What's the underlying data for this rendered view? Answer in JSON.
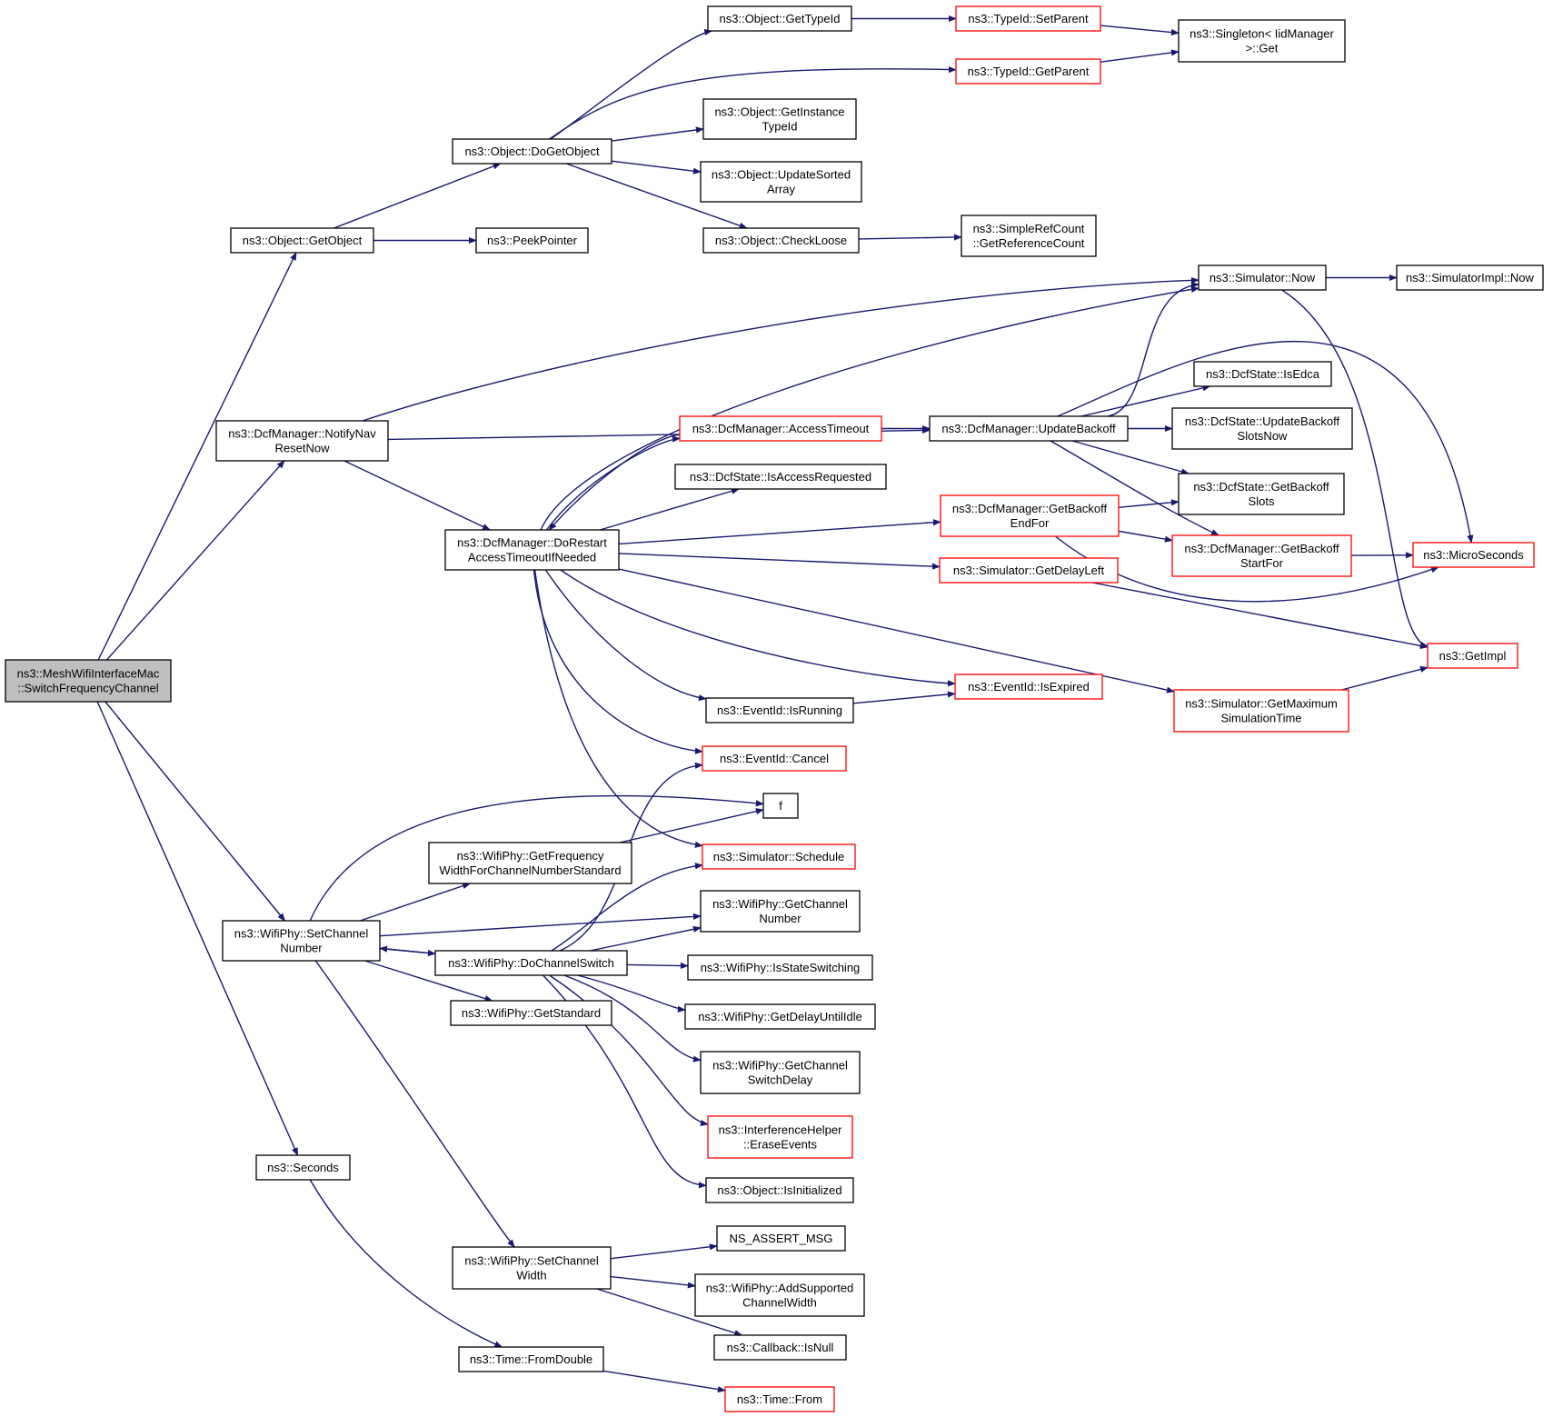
{
  "colors": {
    "edge": "#191970",
    "node_border_default": "#000000",
    "node_border_incomplete": "#ff0000",
    "root_fill": "#bfbfbf",
    "node_fill": "#ffffff"
  },
  "nodes": [
    {
      "id": "root",
      "lines": [
        "ns3::MeshWifiInterfaceMac",
        "::SwitchFrequencyChannel"
      ],
      "style": "root"
    },
    {
      "id": "getobject",
      "lines": [
        "ns3::Object::GetObject"
      ],
      "style": "normal"
    },
    {
      "id": "notifynav",
      "lines": [
        "ns3::DcfManager::NotifyNav",
        "ResetNow"
      ],
      "style": "normal"
    },
    {
      "id": "setchnum",
      "lines": [
        "ns3::WifiPhy::SetChannel",
        "Number"
      ],
      "style": "normal"
    },
    {
      "id": "seconds",
      "lines": [
        "ns3::Seconds"
      ],
      "style": "normal"
    },
    {
      "id": "dogetobject",
      "lines": [
        "ns3::Object::DoGetObject"
      ],
      "style": "normal"
    },
    {
      "id": "peekpointer",
      "lines": [
        "ns3::PeekPointer"
      ],
      "style": "normal"
    },
    {
      "id": "gettypeid",
      "lines": [
        "ns3::Object::GetTypeId"
      ],
      "style": "normal"
    },
    {
      "id": "getinstancetypeid",
      "lines": [
        "ns3::Object::GetInstance",
        "TypeId"
      ],
      "style": "normal"
    },
    {
      "id": "updatesorted",
      "lines": [
        "ns3::Object::UpdateSorted",
        "Array"
      ],
      "style": "normal"
    },
    {
      "id": "checkloose",
      "lines": [
        "ns3::Object::CheckLoose"
      ],
      "style": "normal"
    },
    {
      "id": "setparent",
      "lines": [
        "ns3::TypeId::SetParent"
      ],
      "style": "red"
    },
    {
      "id": "getparent",
      "lines": [
        "ns3::TypeId::GetParent"
      ],
      "style": "red"
    },
    {
      "id": "singleton",
      "lines": [
        "ns3::Singleton< IidManager",
        ">::Get"
      ],
      "style": "normal"
    },
    {
      "id": "getrefcount",
      "lines": [
        "ns3::SimpleRefCount",
        "::GetReferenceCount"
      ],
      "style": "normal"
    },
    {
      "id": "dorestart",
      "lines": [
        "ns3::DcfManager::DoRestart",
        "AccessTimeoutIfNeeded"
      ],
      "style": "normal"
    },
    {
      "id": "accesstimeout",
      "lines": [
        "ns3::DcfManager::AccessTimeout"
      ],
      "style": "red"
    },
    {
      "id": "isaccessreq",
      "lines": [
        "ns3::DcfState::IsAccessRequested"
      ],
      "style": "normal"
    },
    {
      "id": "updatebackoff",
      "lines": [
        "ns3::DcfManager::UpdateBackoff"
      ],
      "style": "normal"
    },
    {
      "id": "simnow",
      "lines": [
        "ns3::Simulator::Now"
      ],
      "style": "normal"
    },
    {
      "id": "simimplnow",
      "lines": [
        "ns3::SimulatorImpl::Now"
      ],
      "style": "normal"
    },
    {
      "id": "isedca",
      "lines": [
        "ns3::DcfState::IsEdca"
      ],
      "style": "normal"
    },
    {
      "id": "updbackoffslots",
      "lines": [
        "ns3::DcfState::UpdateBackoff",
        "SlotsNow"
      ],
      "style": "normal"
    },
    {
      "id": "getbackoffslots",
      "lines": [
        "ns3::DcfState::GetBackoff",
        "Slots"
      ],
      "style": "normal"
    },
    {
      "id": "getbackoffendfor",
      "lines": [
        "ns3::DcfManager::GetBackoff",
        "EndFor"
      ],
      "style": "red"
    },
    {
      "id": "getbackoffstartfor",
      "lines": [
        "ns3::DcfManager::GetBackoff",
        "StartFor"
      ],
      "style": "red"
    },
    {
      "id": "microseconds",
      "lines": [
        "ns3::MicroSeconds"
      ],
      "style": "red"
    },
    {
      "id": "getdelayleft",
      "lines": [
        "ns3::Simulator::GetDelayLeft"
      ],
      "style": "red"
    },
    {
      "id": "getimpl",
      "lines": [
        "ns3::GetImpl"
      ],
      "style": "red"
    },
    {
      "id": "getmaxsimtime",
      "lines": [
        "ns3::Simulator::GetMaximum",
        "SimulationTime"
      ],
      "style": "red"
    },
    {
      "id": "isexpired",
      "lines": [
        "ns3::EventId::IsExpired"
      ],
      "style": "red"
    },
    {
      "id": "isrunning",
      "lines": [
        "ns3::EventId::IsRunning"
      ],
      "style": "normal"
    },
    {
      "id": "cancel",
      "lines": [
        "ns3::EventId::Cancel"
      ],
      "style": "red"
    },
    {
      "id": "f",
      "lines": [
        "f"
      ],
      "style": "normal"
    },
    {
      "id": "getfreqwidth",
      "lines": [
        "ns3::WifiPhy::GetFrequency",
        "WidthForChannelNumberStandard"
      ],
      "style": "normal"
    },
    {
      "id": "schedule",
      "lines": [
        "ns3::Simulator::Schedule"
      ],
      "style": "red"
    },
    {
      "id": "getchnum",
      "lines": [
        "ns3::WifiPhy::GetChannel",
        "Number"
      ],
      "style": "normal"
    },
    {
      "id": "dochswitch",
      "lines": [
        "ns3::WifiPhy::DoChannelSwitch"
      ],
      "style": "normal"
    },
    {
      "id": "isstateswitching",
      "lines": [
        "ns3::WifiPhy::IsStateSwitching"
      ],
      "style": "normal"
    },
    {
      "id": "getstandard",
      "lines": [
        "ns3::WifiPhy::GetStandard"
      ],
      "style": "normal"
    },
    {
      "id": "getdelayuntilidle",
      "lines": [
        "ns3::WifiPhy::GetDelayUntilIdle"
      ],
      "style": "normal"
    },
    {
      "id": "getchswitchdelay",
      "lines": [
        "ns3::WifiPhy::GetChannel",
        "SwitchDelay"
      ],
      "style": "normal"
    },
    {
      "id": "eraseevents",
      "lines": [
        "ns3::InterferenceHelper",
        "::EraseEvents"
      ],
      "style": "red"
    },
    {
      "id": "isinitialized",
      "lines": [
        "ns3::Object::IsInitialized"
      ],
      "style": "normal"
    },
    {
      "id": "setchwidth",
      "lines": [
        "ns3::WifiPhy::SetChannel",
        "Width"
      ],
      "style": "normal"
    },
    {
      "id": "nsassert",
      "lines": [
        "NS_ASSERT_MSG"
      ],
      "style": "normal"
    },
    {
      "id": "addsupported",
      "lines": [
        "ns3::WifiPhy::AddSupported",
        "ChannelWidth"
      ],
      "style": "normal"
    },
    {
      "id": "isnull",
      "lines": [
        "ns3::Callback::IsNull"
      ],
      "style": "normal"
    },
    {
      "id": "fromdouble",
      "lines": [
        "ns3::Time::FromDouble"
      ],
      "style": "normal"
    },
    {
      "id": "timefrom",
      "lines": [
        "ns3::Time::From"
      ],
      "style": "red"
    }
  ],
  "edges": [
    [
      "root",
      "getobject"
    ],
    [
      "root",
      "notifynav"
    ],
    [
      "root",
      "setchnum"
    ],
    [
      "root",
      "seconds"
    ],
    [
      "getobject",
      "dogetobject"
    ],
    [
      "getobject",
      "peekpointer"
    ],
    [
      "dogetobject",
      "gettypeid"
    ],
    [
      "dogetobject",
      "getparent"
    ],
    [
      "dogetobject",
      "getinstancetypeid"
    ],
    [
      "dogetobject",
      "updatesorted"
    ],
    [
      "dogetobject",
      "checkloose"
    ],
    [
      "gettypeid",
      "setparent"
    ],
    [
      "setparent",
      "singleton"
    ],
    [
      "getparent",
      "singleton"
    ],
    [
      "checkloose",
      "getrefcount"
    ],
    [
      "notifynav",
      "simnow"
    ],
    [
      "notifynav",
      "updatebackoff"
    ],
    [
      "notifynav",
      "dorestart"
    ],
    [
      "dorestart",
      "simnow"
    ],
    [
      "dorestart",
      "accesstimeout"
    ],
    [
      "accesstimeout",
      "dorestart"
    ],
    [
      "accesstimeout",
      "updatebackoff"
    ],
    [
      "dorestart",
      "isaccessreq"
    ],
    [
      "dorestart",
      "getbackoffendfor"
    ],
    [
      "dorestart",
      "getdelayleft"
    ],
    [
      "dorestart",
      "getmaxsimtime"
    ],
    [
      "dorestart",
      "isexpired"
    ],
    [
      "dorestart",
      "isrunning"
    ],
    [
      "dorestart",
      "cancel"
    ],
    [
      "dorestart",
      "schedule"
    ],
    [
      "simnow",
      "simimplnow"
    ],
    [
      "simnow",
      "getimpl"
    ],
    [
      "updatebackoff",
      "simnow"
    ],
    [
      "updatebackoff",
      "microseconds"
    ],
    [
      "updatebackoff",
      "isedca"
    ],
    [
      "updatebackoff",
      "updbackoffslots"
    ],
    [
      "updatebackoff",
      "getbackoffslots"
    ],
    [
      "updatebackoff",
      "getbackoffstartfor"
    ],
    [
      "getbackoffendfor",
      "getbackoffslots"
    ],
    [
      "getbackoffendfor",
      "getbackoffstartfor"
    ],
    [
      "getbackoffendfor",
      "microseconds"
    ],
    [
      "getbackoffstartfor",
      "microseconds"
    ],
    [
      "getdelayleft",
      "getimpl"
    ],
    [
      "getmaxsimtime",
      "getimpl"
    ],
    [
      "isrunning",
      "isexpired"
    ],
    [
      "setchnum",
      "f"
    ],
    [
      "setchnum",
      "getfreqwidth"
    ],
    [
      "setchnum",
      "getchnum"
    ],
    [
      "setchnum",
      "dochswitch"
    ],
    [
      "setchnum",
      "getstandard"
    ],
    [
      "setchnum",
      "setchwidth"
    ],
    [
      "getfreqwidth",
      "f"
    ],
    [
      "dochswitch",
      "setchnum"
    ],
    [
      "dochswitch",
      "cancel"
    ],
    [
      "dochswitch",
      "schedule"
    ],
    [
      "dochswitch",
      "getchnum"
    ],
    [
      "dochswitch",
      "isstateswitching"
    ],
    [
      "dochswitch",
      "getdelayuntilidle"
    ],
    [
      "dochswitch",
      "getchswitchdelay"
    ],
    [
      "dochswitch",
      "eraseevents"
    ],
    [
      "dochswitch",
      "isinitialized"
    ],
    [
      "setchwidth",
      "nsassert"
    ],
    [
      "setchwidth",
      "addsupported"
    ],
    [
      "setchwidth",
      "isnull"
    ],
    [
      "seconds",
      "fromdouble"
    ],
    [
      "fromdouble",
      "timefrom"
    ]
  ]
}
